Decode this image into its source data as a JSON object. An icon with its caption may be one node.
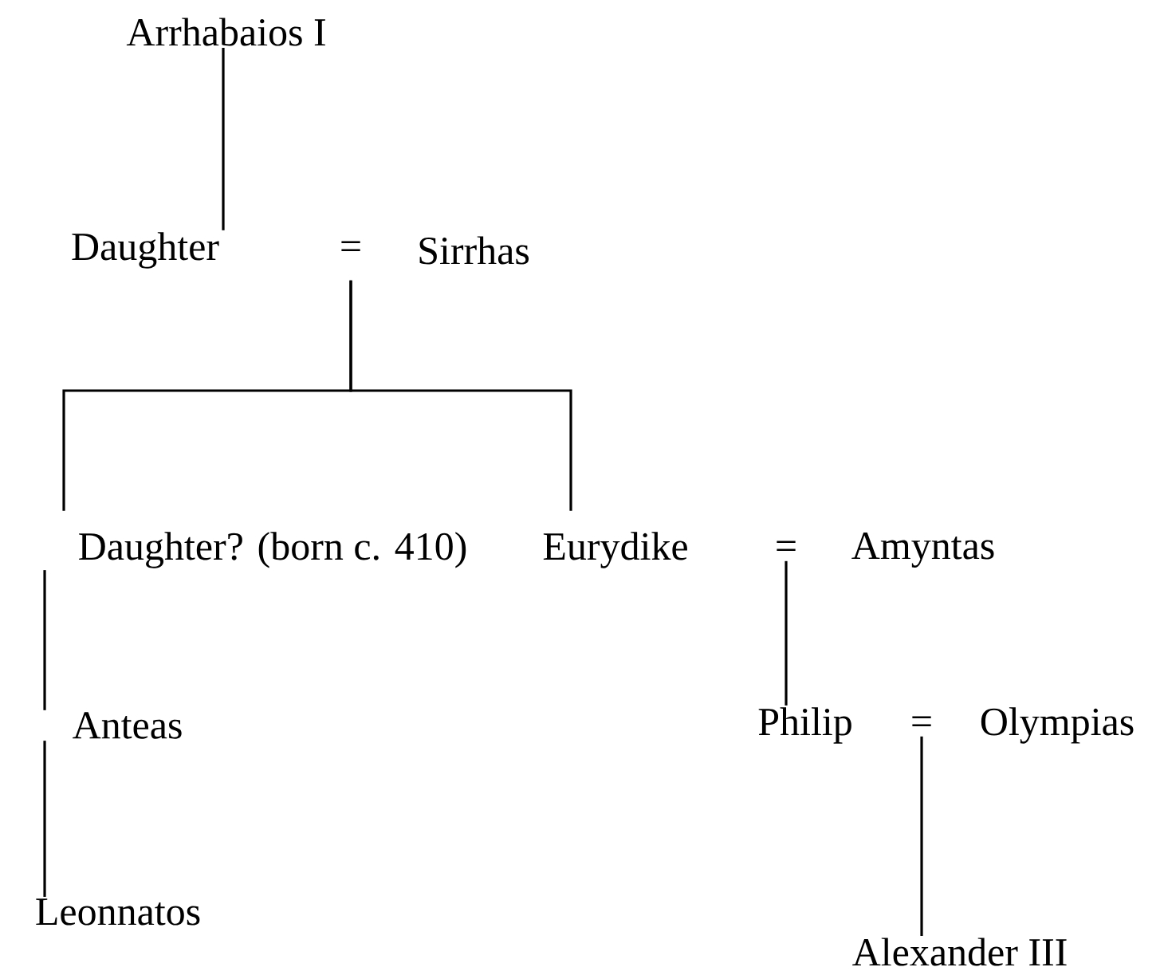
{
  "diagram": {
    "nodes": [
      {
        "text": [
          "Arrhabaios I"
        ]
      },
      {
        "text": [
          "Daughter"
        ]
      },
      {
        "text": [
          "="
        ]
      },
      {
        "text": [
          "Sirrhas"
        ]
      },
      {
        "text": [
          "Daughter? (born c. 410)"
        ]
      },
      {
        "text": [
          "Eurydike"
        ]
      },
      {
        "text": [
          "="
        ]
      },
      {
        "text": [
          "Amyntas"
        ]
      },
      {
        "text": [
          "Anteas"
        ]
      },
      {
        "text": [
          "Philip"
        ]
      },
      {
        "text": [
          "="
        ]
      },
      {
        "text": [
          "Olympias"
        ]
      },
      {
        "text": [
          "Leonnatos"
        ]
      },
      {
        "text": [
          "Alexander III"
        ]
      }
    ],
    "edges": [
      {
        "from": 0,
        "to": 1,
        "arrow": "none"
      },
      {
        "from": 2,
        "to": 4,
        "arrow": "none"
      },
      {
        "from": 2,
        "to": 5,
        "arrow": "none"
      },
      {
        "from": 4,
        "to": 8,
        "arrow": "none"
      },
      {
        "from": 6,
        "to": 9,
        "arrow": "none"
      },
      {
        "from": 8,
        "to": 12,
        "arrow": "none"
      },
      {
        "from": 10,
        "to": 13,
        "arrow": "none"
      }
    ]
  }
}
